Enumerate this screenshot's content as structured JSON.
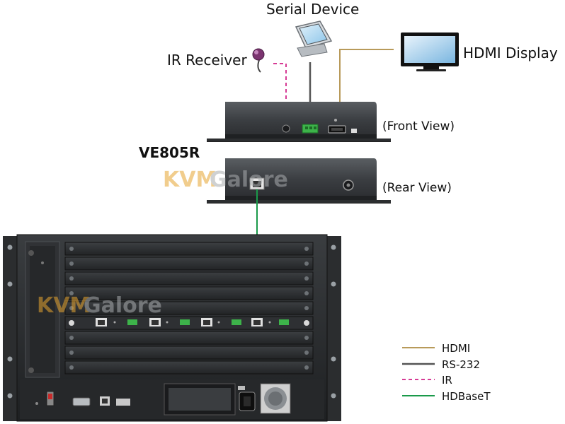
{
  "labels": {
    "serial_device": "Serial Device",
    "ir_receiver": "IR Receiver",
    "hdmi_display": "HDMI Display",
    "model": "VE805R",
    "front_view": "(Front View)",
    "rear_view": "(Rear View)"
  },
  "watermark": {
    "part1": "KVM",
    "part2": "Galore"
  },
  "legend": [
    {
      "label": "HDMI",
      "color": "#b89a5a",
      "style": "solid"
    },
    {
      "label": "RS-232",
      "color": "#555555",
      "style": "solid"
    },
    {
      "label": "IR",
      "color": "#d63b95",
      "style": "dashed"
    },
    {
      "label": "HDBaseT",
      "color": "#1a9a4a",
      "style": "solid"
    }
  ],
  "colors": {
    "hdmi": "#b89a5a",
    "rs232": "#555555",
    "ir": "#d63b95",
    "hdbaset": "#1a9a4a",
    "device_body": "#3a3d40",
    "chassis": "#2a2c2e",
    "green_connector": "#3db34a"
  }
}
